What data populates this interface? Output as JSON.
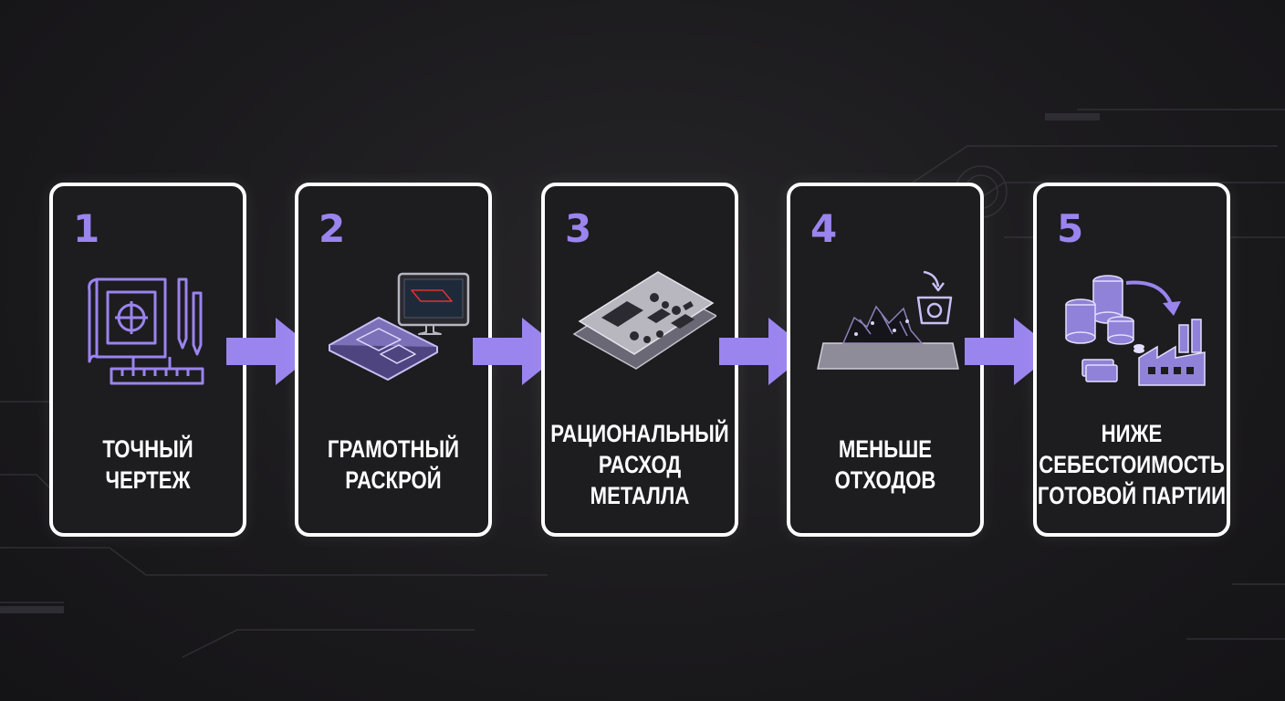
{
  "steps": [
    {
      "number": "1",
      "lines": [
        "ТОЧНЫЙ",
        "ЧЕРТЕЖ"
      ],
      "icon": "blueprint-icon"
    },
    {
      "number": "2",
      "lines": [
        "ГРАМОТНЫЙ",
        "РАСКРОЙ"
      ],
      "icon": "cad-layout-icon"
    },
    {
      "number": "3",
      "lines": [
        "РАЦИОНАЛЬНЫЙ",
        "РАСХОД",
        "МЕТАЛЛА"
      ],
      "icon": "metal-sheet-icon"
    },
    {
      "number": "4",
      "lines": [
        "МЕНЬШЕ",
        "ОТХОДОВ"
      ],
      "icon": "scrap-scale-icon"
    },
    {
      "number": "5",
      "lines": [
        "НИЖЕ",
        "СЕБЕСТОИМОСТЬ",
        "ГОТОВОЙ ПАРТИИ"
      ],
      "icon": "coins-factory-icon"
    }
  ],
  "colors": {
    "accent": "#9a84ee",
    "background": "#1b1a1d",
    "border": "#ffffff",
    "text": "#ffffff"
  }
}
